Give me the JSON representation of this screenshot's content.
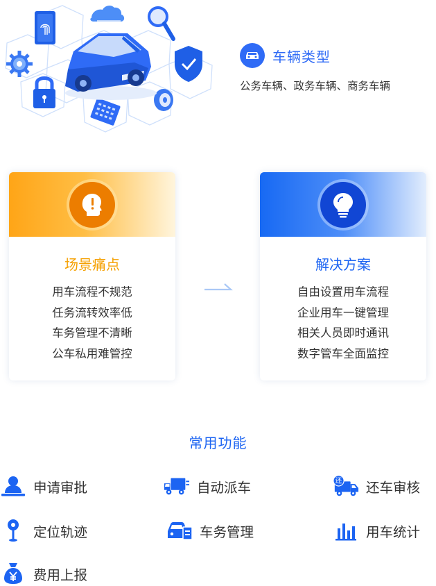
{
  "hero": {
    "vehicle_type_title": "车辆类型",
    "vehicle_type_desc": "公务车辆、政务车辆、商务车辆"
  },
  "pain_card": {
    "title": "场景痛点",
    "items": [
      "用车流程不规范",
      "任务流转效率低",
      "车务管理不清晰",
      "公车私用难管控"
    ]
  },
  "solution_card": {
    "title": "解决方案",
    "items": [
      "自由设置用车流程",
      "企业用车一键管理",
      "相关人员即时通讯",
      "数字管车全面监控"
    ]
  },
  "features": {
    "title": "常用功能",
    "items": [
      {
        "label": "申请审批",
        "icon": "user-approval-icon"
      },
      {
        "label": "自动派车",
        "icon": "truck-dispatch-icon"
      },
      {
        "label": "还车审核",
        "icon": "return-truck-icon"
      },
      {
        "label": "定位轨迹",
        "icon": "location-pin-icon"
      },
      {
        "label": "车务管理",
        "icon": "car-management-icon"
      },
      {
        "label": "用车统计",
        "icon": "bar-chart-icon"
      },
      {
        "label": "费用上报",
        "icon": "money-bag-icon"
      }
    ],
    "badge_text": "还"
  },
  "colors": {
    "primary_blue": "#1c64f2",
    "accent_orange": "#f5a000",
    "text": "#333333"
  }
}
